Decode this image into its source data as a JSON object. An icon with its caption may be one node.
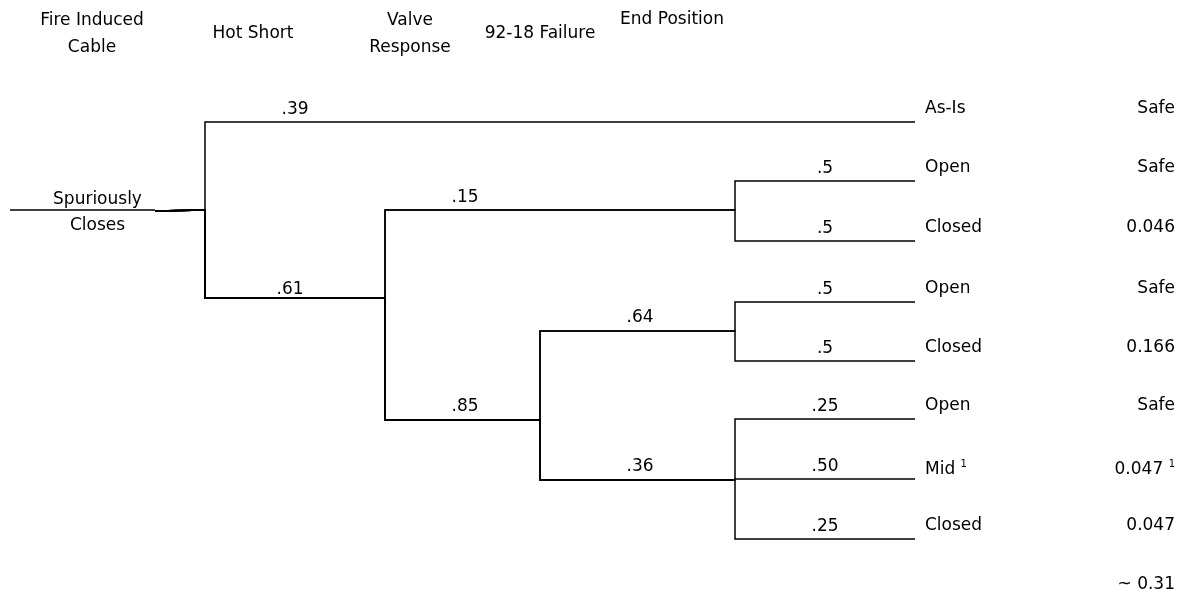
{
  "diagram": {
    "nodes": [
      {
        "text": [
          "Spuriously Closes"
        ]
      },
      {
        "text": [
          "As-Is"
        ],
        "beside": [
          "Safe"
        ]
      },
      {
        "text": [
          "Open"
        ],
        "beside": [
          "Safe"
        ]
      },
      {
        "text": [
          "Closed"
        ],
        "beside": [
          "0.046"
        ]
      },
      {
        "text": [
          "Open"
        ],
        "beside": [
          "Safe"
        ]
      },
      {
        "text": [
          "Closed"
        ],
        "beside": [
          "0.166"
        ]
      },
      {
        "text": [
          "Open"
        ],
        "beside": [
          "Safe"
        ]
      },
      {
        "text": [
          "Mid $^{1}$"
        ],
        "beside": [
          "0.047 $^{1}$"
        ]
      },
      {
        "text": [
          "Closed"
        ],
        "beside": [
          "0.047"
        ]
      }
    ],
    "edges": [
      {
        "from": null,
        "to": 0,
        "arrow": "none"
      },
      {
        "from": 0,
        "to": 1,
        "arrow": "none",
        "label": ".39"
      },
      {
        "from": 0,
        "to": 2,
        "arrow": "none",
        "label": ".5"
      },
      {
        "from": 0,
        "to": 3,
        "arrow": "none",
        "label": ".5"
      },
      {
        "from": 0,
        "to": 4,
        "arrow": "none",
        "label": ".5"
      },
      {
        "from": 0,
        "to": 5,
        "arrow": "none",
        "label": ".5"
      },
      {
        "from": 0,
        "to": 6,
        "arrow": "none",
        "label": ".25"
      },
      {
        "from": 0,
        "to": 7,
        "arrow": "none",
        "label": ".50"
      },
      {
        "from": 0,
        "to": 8,
        "arrow": "none",
        "label": ".25"
      }
    ],
    "labels": [
      "Fire Induced Cable",
      "Hot Short",
      "Valve Response",
      "92-18 Failure",
      "End Position",
      ".15",
      ".61",
      ".64",
      ".85",
      ".36",
      "~ 0.31"
    ]
  }
}
